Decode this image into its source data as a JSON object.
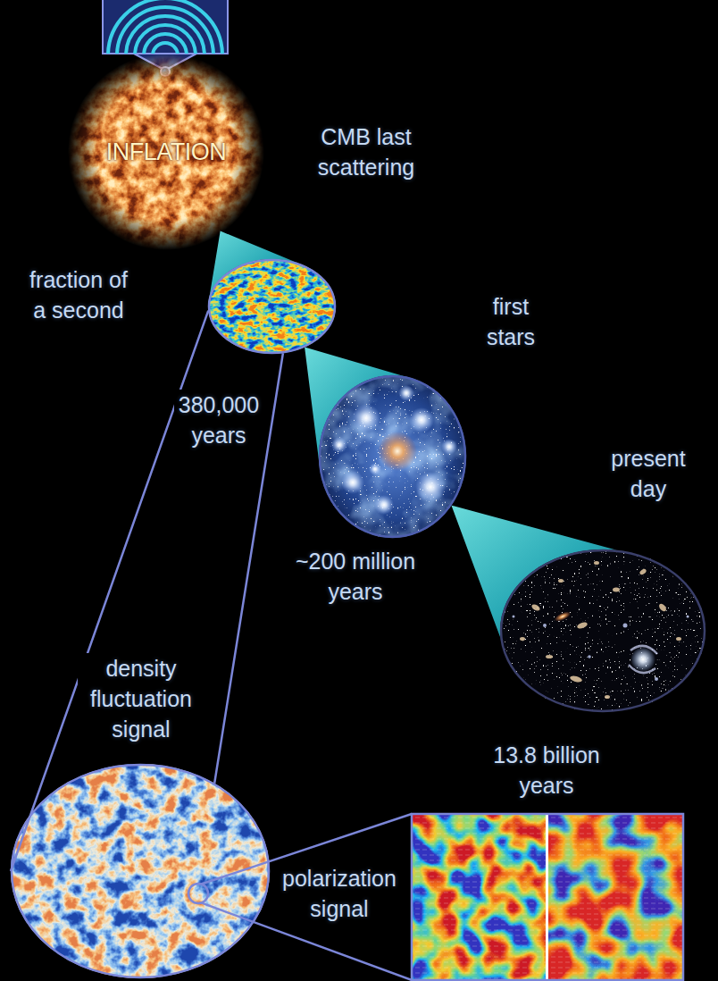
{
  "diagram": {
    "nodes": [
      {
        "text": [
          "INFLATION"
        ]
      },
      {
        "text": [
          "CMB last scattering"
        ]
      },
      {
        "text": [
          "first stars"
        ]
      },
      {
        "text": [
          "present day"
        ]
      },
      {
        "text": [
          "density fluctuation signal"
        ]
      },
      {
        "text": [
          "polarization signal"
        ]
      }
    ],
    "edges": [
      {
        "from": 0,
        "to": 1,
        "arrow": "none"
      },
      {
        "from": 1,
        "to": 2,
        "arrow": "none"
      },
      {
        "from": 2,
        "to": 3,
        "arrow": "none"
      },
      {
        "from": 1,
        "to": 4,
        "arrow": "none"
      },
      {
        "from": 4,
        "to": 5,
        "arrow": "none"
      }
    ],
    "labels": [
      "fraction of a second",
      "380,000 years",
      "~200 million years",
      "13.8 billion years"
    ]
  }
}
